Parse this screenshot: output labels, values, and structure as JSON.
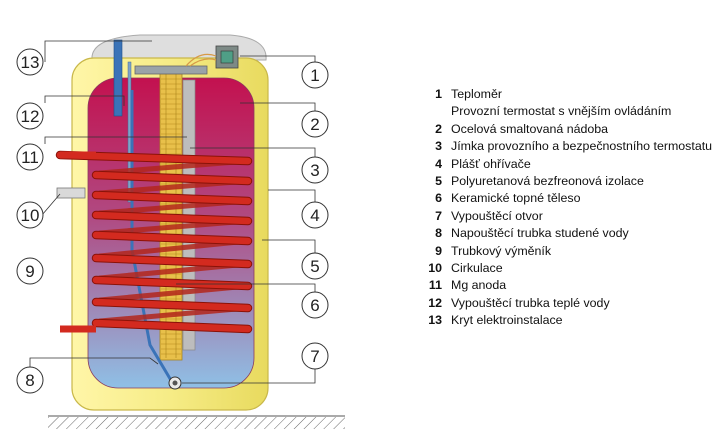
{
  "legend": [
    {
      "num": "1",
      "lines": [
        "Teploměr",
        "Provozní termostat s vnějším ovládáním"
      ]
    },
    {
      "num": "2",
      "lines": [
        "Ocelová smaltovaná nádoba"
      ]
    },
    {
      "num": "3",
      "lines": [
        "Jímka provozního a bezpečnostního termostatu"
      ]
    },
    {
      "num": "4",
      "lines": [
        "Plášť ohřívače"
      ]
    },
    {
      "num": "5",
      "lines": [
        "Polyuretanová bezfreonová izolace"
      ]
    },
    {
      "num": "6",
      "lines": [
        "Keramické topné těleso"
      ]
    },
    {
      "num": "7",
      "lines": [
        "Vypouštěcí otvor"
      ]
    },
    {
      "num": "8",
      "lines": [
        "Napouštěcí trubka studené vody"
      ]
    },
    {
      "num": "9",
      "lines": [
        "Trubkový výměník"
      ]
    },
    {
      "num": "10",
      "lines": [
        "Cirkulace"
      ]
    },
    {
      "num": "11",
      "lines": [
        "Mg anoda"
      ]
    },
    {
      "num": "12",
      "lines": [
        "Vypouštěcí trubka teplé vody"
      ]
    },
    {
      "num": "13",
      "lines": [
        "Kryt elektroinstalace"
      ]
    }
  ],
  "callouts": [
    "13",
    "12",
    "11",
    "10",
    "9",
    "8",
    "1",
    "2",
    "3",
    "4",
    "5",
    "6",
    "7"
  ],
  "colors": {
    "jacket": "#f6ec86",
    "jacket_edge": "#c9b84a",
    "cover": "#dedede",
    "tank_top": "#c3114f",
    "tank_bottom": "#8fc0e6",
    "coil": "#d32a1f",
    "coil_edge": "#8a1208",
    "element": "#e8c04a",
    "pipe": "#3a73b8"
  },
  "icons": [
    "thermostat-icon",
    "drain-valve-icon",
    "floor-hatch"
  ]
}
